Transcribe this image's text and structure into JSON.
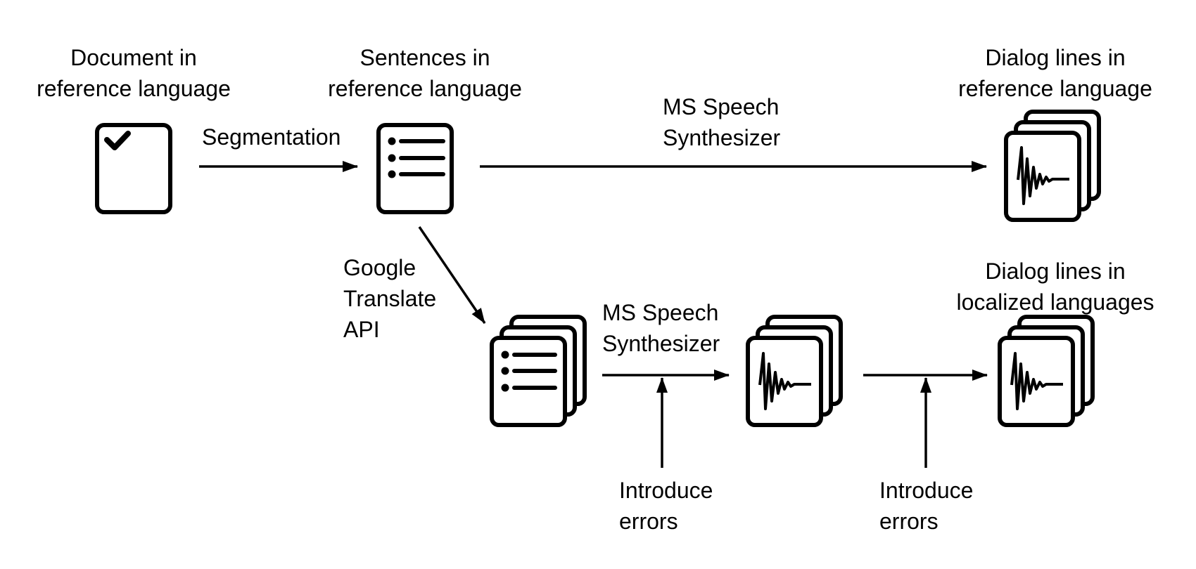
{
  "nodes": {
    "document": {
      "line1": "Document in",
      "line2": "reference language",
      "icon": "document-check-icon"
    },
    "sentences": {
      "line1": "Sentences in",
      "line2": "reference language",
      "icon": "list-document-icon"
    },
    "dialog_ref": {
      "line1": "Dialog lines in",
      "line2": "reference language",
      "icon": "audio-waveform-stack-icon"
    },
    "translated_sentences": {
      "icon": "list-document-stack-icon"
    },
    "synth_audio": {
      "icon": "audio-waveform-stack-icon"
    },
    "dialog_loc": {
      "line1": "Dialog lines in",
      "line2": "localized languages",
      "icon": "audio-waveform-stack-icon"
    }
  },
  "edges": {
    "segmentation": {
      "label": "Segmentation"
    },
    "synth_ref": {
      "line1": "MS Speech",
      "line2": "Synthesizer"
    },
    "translate": {
      "line1": "Google",
      "line2": "Translate",
      "line3": "API"
    },
    "synth_loc": {
      "line1": "MS Speech",
      "line2": "Synthesizer"
    },
    "errors_1": {
      "line1": "Introduce",
      "line2": "errors"
    },
    "errors_2": {
      "line1": "Introduce",
      "line2": "errors"
    }
  }
}
